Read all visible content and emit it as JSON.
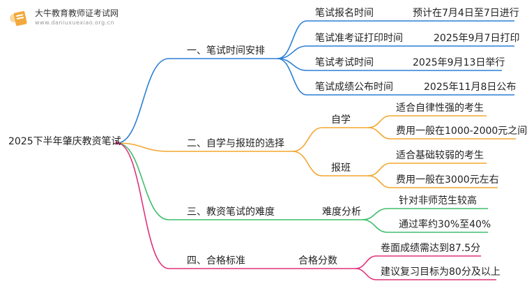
{
  "logo": {
    "title": "大牛教育教师证考试网",
    "url": "www.daniuxuexiao.org.cn",
    "icon": "book-icon",
    "accent": "#f2a93b"
  },
  "root": {
    "label": "2025下半年肇庆教资笔试"
  },
  "colors": {
    "blue": "#2b7fd6",
    "orange": "#f2a72f",
    "green": "#3fbf6b",
    "pink": "#e0307a"
  },
  "branches": [
    {
      "label": "一、笔试时间安排",
      "items": [
        {
          "label": "笔试报名时间",
          "value": "预计在7月4日至7日进行"
        },
        {
          "label": "笔试准考证打印时间",
          "value": "2025年9月7日打印"
        },
        {
          "label": "笔试考试时间",
          "value": "2025年9月13日举行"
        },
        {
          "label": "笔试成绩公布时间",
          "value": "2025年11月8日公布"
        }
      ]
    },
    {
      "label": "二、自学与报班的选择",
      "subs": [
        {
          "label": "自学",
          "items": [
            "适合自律性强的考生",
            "费用一般在1000-2000元之间"
          ]
        },
        {
          "label": "报班",
          "items": [
            "适合基础较弱的考生",
            "费用一般在3000元左右"
          ]
        }
      ]
    },
    {
      "label": "三、教资笔试的难度",
      "sub": {
        "label": "难度分析",
        "items": [
          "针对非师范生较高",
          "通过率约30%至40%"
        ]
      }
    },
    {
      "label": "四、合格标准",
      "sub": {
        "label": "合格分数",
        "items": [
          "卷面成绩需达到87.5分",
          "建议复习目标为80分及以上"
        ]
      }
    }
  ]
}
